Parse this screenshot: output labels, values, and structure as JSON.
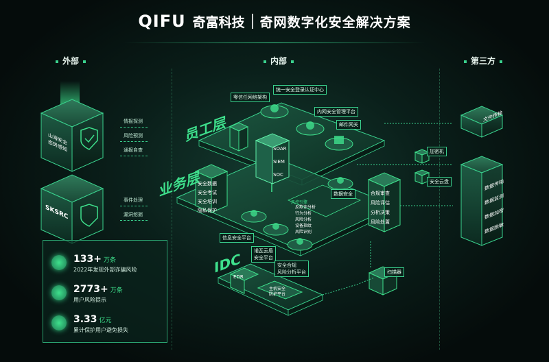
{
  "header": {
    "logo_text": "QIFU",
    "logo_cn": "奇富科技",
    "title": "奇网数字化安全解决方案"
  },
  "columns": {
    "external": "外部",
    "internal": "内部",
    "third_party": "第三方"
  },
  "external": {
    "cube1_label": "山海安全\n态势感知",
    "cube2_label": "SKSRC",
    "arrows_top": [
      "情报探测",
      "风险预测",
      "通报自查"
    ],
    "arrows_bottom": [
      "事件处理",
      "漏洞挖掘"
    ]
  },
  "stats": [
    {
      "num": "133+",
      "unit": "万条",
      "desc": "2022年发现外部诈骗风险"
    },
    {
      "num": "2773+",
      "unit": "万条",
      "desc": "用户风险提示"
    },
    {
      "num": "3.33",
      "unit": "亿元",
      "desc": "累计保护用户避免损失"
    }
  ],
  "layers": {
    "staff": "员工层",
    "business": "业务层",
    "idc": "IDC"
  },
  "staff_tags": [
    "零信任网络架构",
    "统一安全登录认证中心",
    "内网安全管理平台",
    "邮件网关"
  ],
  "center_stack": [
    "SOAR",
    "SIEM",
    "SOC"
  ],
  "business_left": [
    "安全数据",
    "安全考试",
    "安全培训",
    "隐私保护"
  ],
  "business_tags": [
    "信息安全平台",
    "诺瓦云盾\n安全平台",
    "安全合规\n风险分析平台",
    "数据安全"
  ],
  "engine": {
    "label": "风控引擎",
    "items": [
      "反欺诈分析",
      "行为分析",
      "风险分析",
      "设备指纹",
      "风险识别"
    ]
  },
  "business_right": [
    "合规审查",
    "风险评估",
    "分析决策",
    "风险处置"
  ],
  "idc": {
    "edr": "EDR",
    "platform": "主机安全\n防护平台",
    "scanner": "扫描器"
  },
  "third_party": {
    "top": "文件传输",
    "small": [
      "加密机",
      "安全云盘"
    ],
    "stack": [
      "数据传输",
      "数据监测",
      "数据加密",
      "数据脱敏",
      ""
    ]
  }
}
